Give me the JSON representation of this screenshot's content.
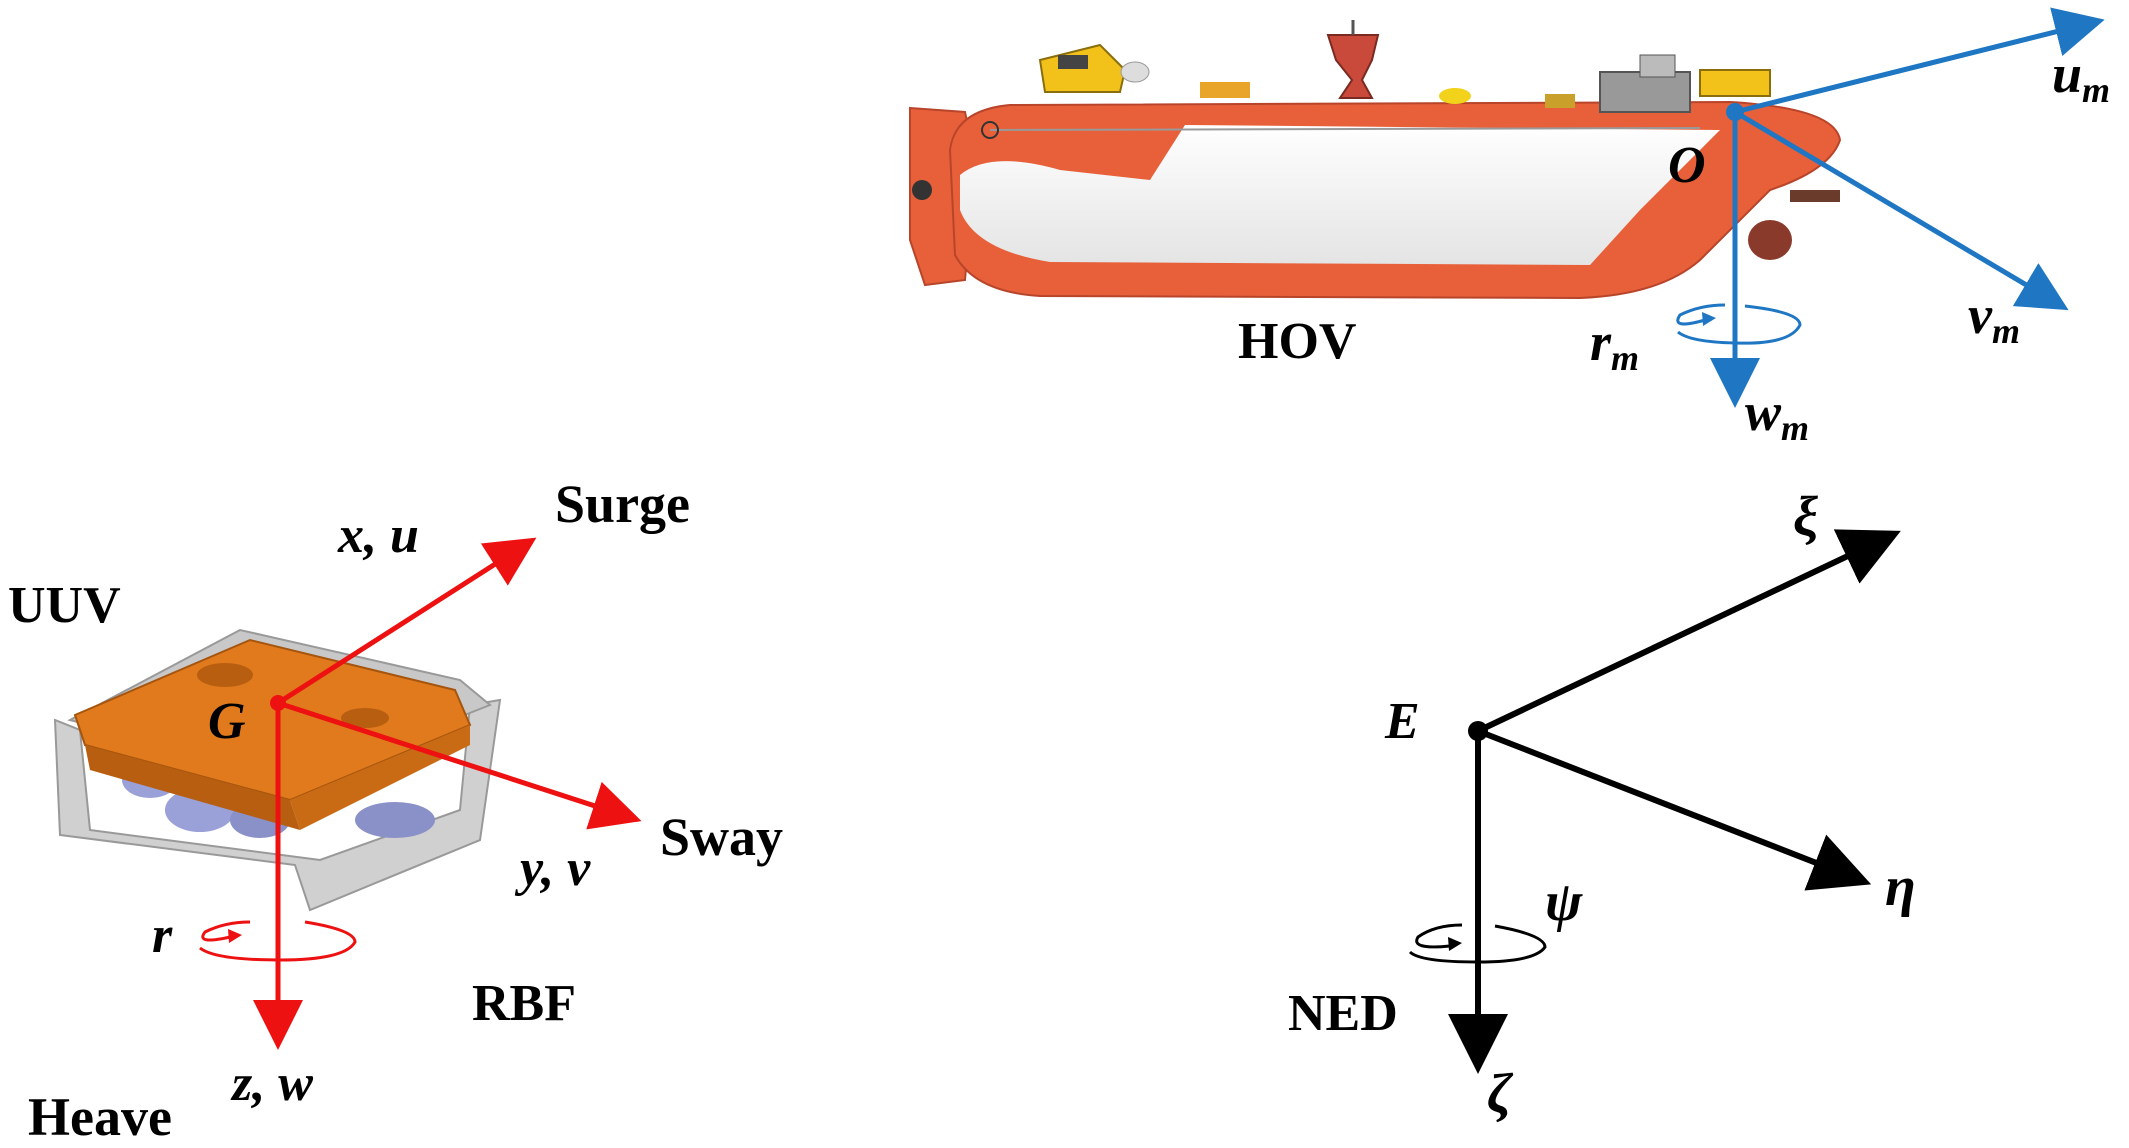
{
  "hov": {
    "name": "HOV",
    "origin": "O",
    "u": "u",
    "v": "v",
    "w": "w",
    "r": "r",
    "sub": "m"
  },
  "uuv": {
    "name": "UUV",
    "origin": "G",
    "frame": "RBF",
    "surge": "Surge",
    "sway": "Sway",
    "heave": "Heave",
    "x_axis": "x, u",
    "y_axis": "y, v",
    "z_axis": "z, w",
    "r": "r"
  },
  "ned": {
    "name": "NED",
    "origin": "E",
    "xi": "ξ",
    "eta": "η",
    "zeta": "ζ",
    "psi": "ψ"
  },
  "colors": {
    "hov_axes": "#1f77c4",
    "uuv_axes": "#ee1111",
    "ned_axes": "#000000",
    "hull_orange": "#e8603a",
    "hull_white": "#f3f3f3",
    "uuv_orange": "#e07a1c"
  }
}
